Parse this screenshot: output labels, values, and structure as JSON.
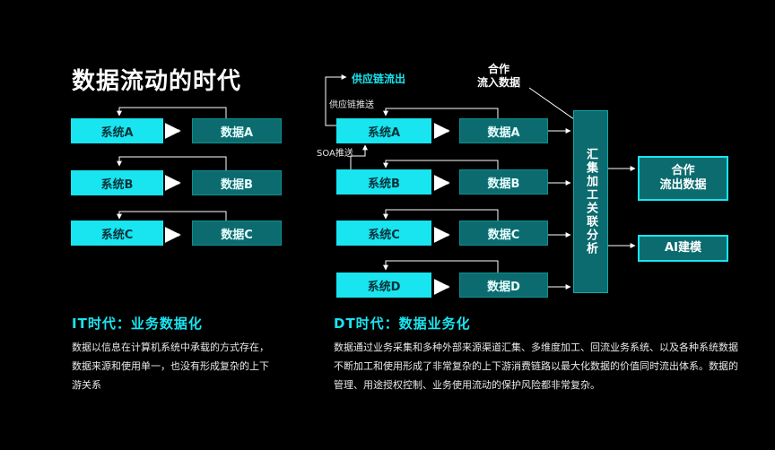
{
  "title": "数据流动的时代",
  "it": {
    "rows": [
      {
        "system": "系统A",
        "data": "数据A"
      },
      {
        "system": "系统B",
        "data": "数据B"
      },
      {
        "system": "系统C",
        "data": "数据C"
      }
    ],
    "heading": "IT时代：业务数据化",
    "description": "数据以信息在计算机系统中承载的方式存在，数据来源和使用单一，也没有形成复杂的上下游关系"
  },
  "dt": {
    "rows": [
      {
        "system": "系统A",
        "data": "数据A"
      },
      {
        "system": "系统B",
        "data": "数据B"
      },
      {
        "system": "系统C",
        "data": "数据C"
      },
      {
        "system": "系统D",
        "data": "数据D"
      }
    ],
    "supply_chain_out": "供应链流出",
    "supply_chain_push": "供应链推送",
    "soa_push": "SOA推送",
    "partner_in": "合作\n流入数据",
    "aggregate": "汇集加工关联分析",
    "partner_out": "合作\n流出数据",
    "ai_model": "AI建模",
    "heading": "DT时代：数据业务化",
    "description": "数据通过业务采集和多种外部来源渠道汇集、多维度加工、回流业务系统、以及各种系统数据不断加工和使用形成了非常复杂的上下游消费链路以最大化数据的价值同时流出体系。数据的管理、用途授权控制、业务使用流动的保护风险都非常复杂。"
  },
  "colors": {
    "cyan": "#19e5f0",
    "teal": "#0b6b6e"
  }
}
